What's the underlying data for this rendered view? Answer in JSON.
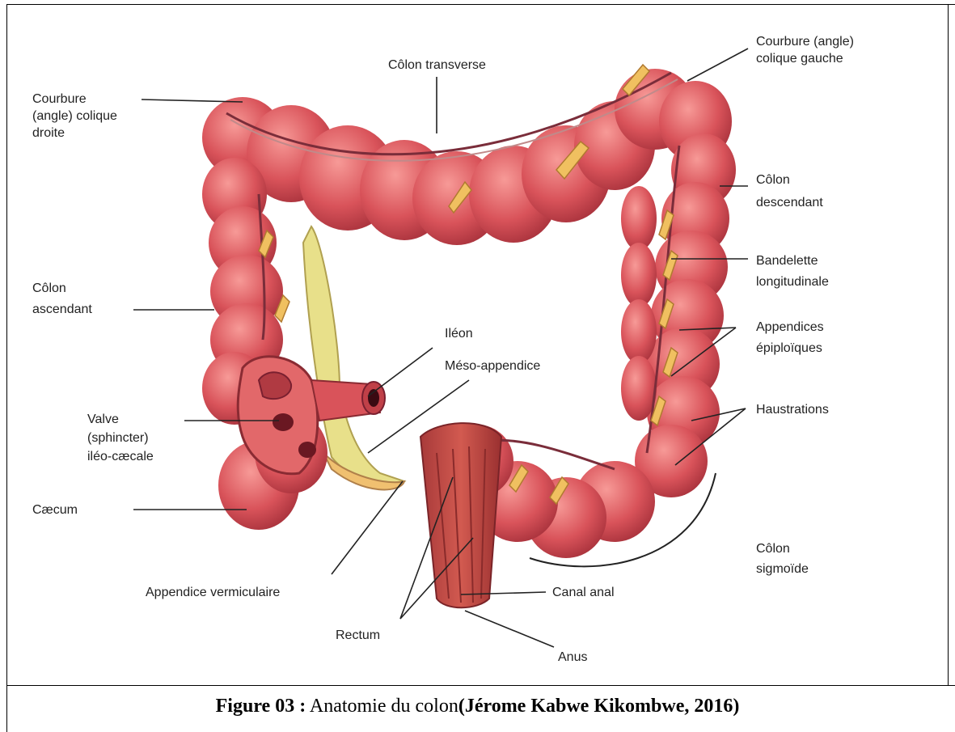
{
  "figure": {
    "labels": {
      "colon_transverse": "Côlon transverse",
      "courbure_gauche_1": "Courbure (angle)",
      "courbure_gauche_2": "colique gauche",
      "courbure_droite_1": "Courbure",
      "courbure_droite_2": "(angle) colique",
      "courbure_droite_3": "droite",
      "colon_descendant_1": "Côlon",
      "colon_descendant_2": "descendant",
      "bandelette_1": "Bandelette",
      "bandelette_2": "longitudinale",
      "colon_ascendant_1": "Côlon",
      "colon_ascendant_2": "ascendant",
      "ileon": "Iléon",
      "meso_appendice": "Méso-appendice",
      "appendices_1": "Appendices",
      "appendices_2": "épiploïques",
      "valve_1": "Valve",
      "valve_2": "(sphincter)",
      "valve_3": "iléo-cæcale",
      "haustrations": "Haustrations",
      "caecum": "Cæcum",
      "colon_sigmoide_1": "Côlon",
      "colon_sigmoide_2": "sigmoïde",
      "appendice_vermiculaire": "Appendice vermiculaire",
      "canal_anal": "Canal anal",
      "rectum": "Rectum",
      "anus": "Anus"
    },
    "caption": {
      "prefix": "Figure 03 :",
      "text": " Anatomie du colon",
      "source": "(Jérome Kabwe Kikombwe, 2016)"
    },
    "colors": {
      "colon": "#d9535a",
      "colon_dark": "#a8323c",
      "colon_light": "#f08a8a",
      "fat": "#f0c060",
      "mesentery": "#e8e08a",
      "vessel": "#7a2d3a"
    }
  }
}
